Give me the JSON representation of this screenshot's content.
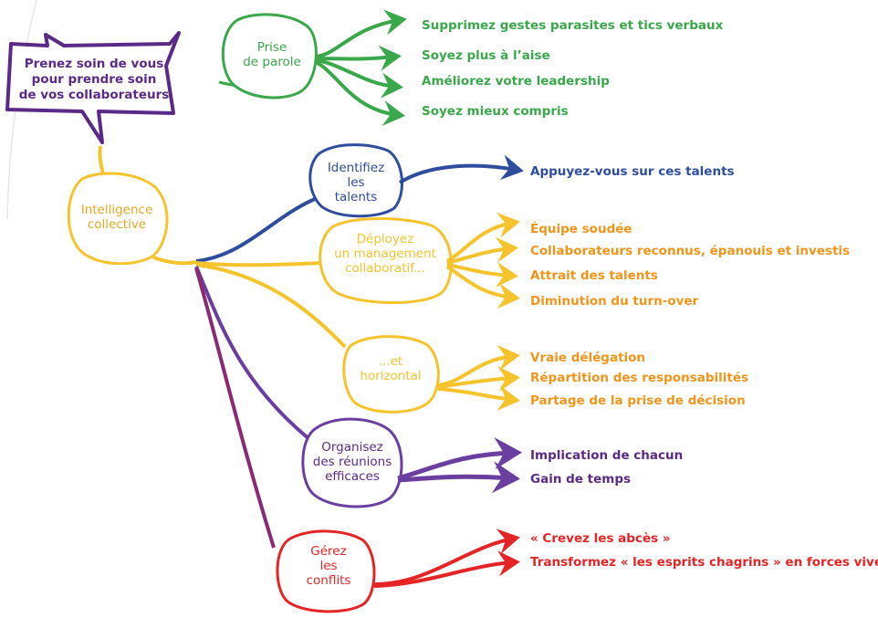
{
  "colors": {
    "green": "#3aa84a",
    "blue": "#2e4d9e",
    "yellow": "#f5c32c",
    "orange": "#f0951c",
    "purple": "#5b2a86",
    "violet": "#6a3fa0",
    "red": "#e42425",
    "gold_text": "#e3a926"
  },
  "callout": {
    "lines": [
      "Prenez soin de vous",
      "pour prendre soin",
      "de vos collaborateurs"
    ]
  },
  "root": {
    "lines": [
      "Intelligence",
      "collective"
    ]
  },
  "branches": [
    {
      "id": "prise",
      "color": "green",
      "lines": [
        "Prise",
        "de parole"
      ],
      "outcomes": [
        "Supprimez gestes parasites et tics verbaux",
        "Soyez plus à l’aise",
        "Améliorez votre leadership",
        "Soyez mieux compris"
      ]
    },
    {
      "id": "identifiez",
      "color": "blue",
      "lines": [
        "Identifiez",
        "les",
        "talents"
      ],
      "outcomes": [
        "Appuyez-vous sur ces talents"
      ]
    },
    {
      "id": "deployez",
      "color": "yellow",
      "lines": [
        "Déployez",
        "un management",
        "collaboratif..."
      ],
      "outcomes": [
        "Équipe soudée",
        "Collaborateurs reconnus, épanouis et investis",
        "Attrait des talents",
        "Diminution du turn-over"
      ]
    },
    {
      "id": "horizontal",
      "color": "yellow",
      "lines": [
        "...et",
        "horizontal"
      ],
      "outcomes": [
        "Vraie délégation",
        "Répartition des responsabilités",
        "Partage de la prise de décision"
      ]
    },
    {
      "id": "reunions",
      "color": "violet",
      "lines": [
        "Organisez",
        "des réunions",
        "efficaces"
      ],
      "outcomes": [
        "Implication de chacun",
        "Gain de temps"
      ]
    },
    {
      "id": "conflits",
      "color": "red",
      "lines": [
        "Gérez",
        "les",
        "conflits"
      ],
      "outcomes": [
        "« Crevez les abcès »",
        "Transformez « les esprits chagrins » en forces vives"
      ]
    }
  ]
}
